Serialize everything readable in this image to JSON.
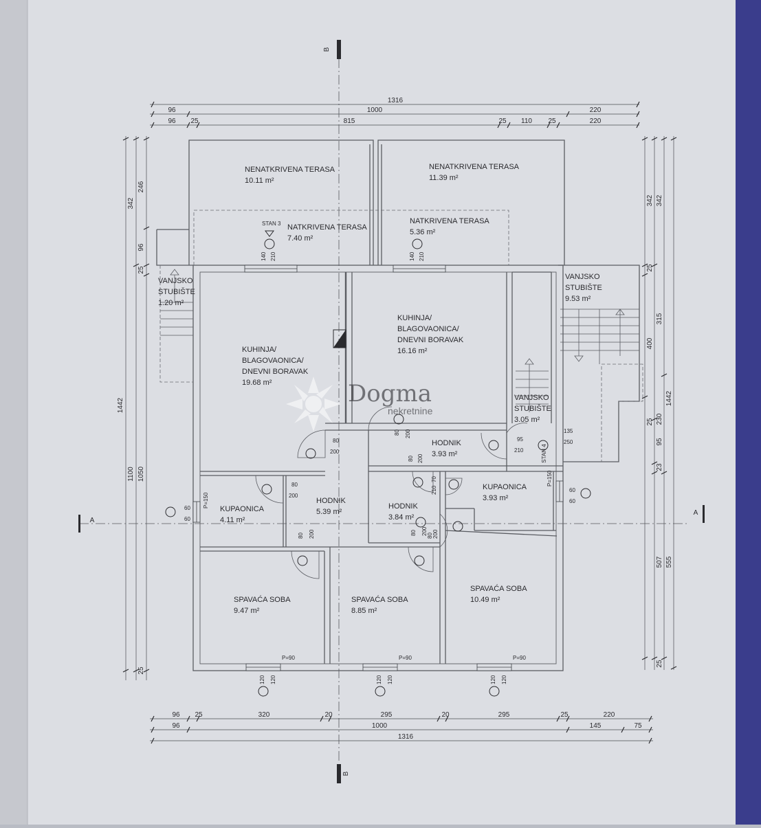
{
  "colors": {
    "paper": "#dcdee3",
    "ink": "#2a2a2e",
    "wall": "#5a5c62",
    "frame": "#3a3d8c"
  },
  "rooms": [
    {
      "name": "NENATKRIVENA TERASA",
      "area": "10.11 m²"
    },
    {
      "name": "NENATKRIVENA TERASA",
      "area": "11.39 m²"
    },
    {
      "name": "NATKRIVENA TERASA",
      "area": "7.40 m²"
    },
    {
      "name": "NATKRIVENA TERASA",
      "area": "5.36 m²"
    },
    {
      "name": [
        "VANJSKO",
        "STUBIŠTE"
      ],
      "area": "1.20 m²"
    },
    {
      "name": [
        "KUHINJA/",
        "BLAGOVAONICA/",
        "DNEVNI BORAVAK"
      ],
      "area": "19.68 m²"
    },
    {
      "name": [
        "KUHINJA/",
        "BLAGOVAONICA/",
        "DNEVNI BORAVAK"
      ],
      "area": "16.16 m²"
    },
    {
      "name": [
        "VANJSKO",
        "STUBIŠTE"
      ],
      "area": "9.53 m²"
    },
    {
      "name": [
        "VANJSKO",
        "STUBIŠTE"
      ],
      "area": "3.05 m²"
    },
    {
      "name": "HODNIK",
      "area": "3.93 m²"
    },
    {
      "name": "KUPAONICA",
      "area": "4.11 m²"
    },
    {
      "name": "HODNIK",
      "area": "5.39 m²"
    },
    {
      "name": "HODNIK",
      "area": "3.84 m²"
    },
    {
      "name": "KUPAONICA",
      "area": "3.93 m²"
    },
    {
      "name": "SPAVAĆA SOBA",
      "area": "9.47 m²"
    },
    {
      "name": "SPAVAĆA SOBA",
      "area": "8.85 m²"
    },
    {
      "name": "SPAVAĆA SOBA",
      "area": "10.49 m²"
    }
  ],
  "apartment_tags": [
    "STAN 3",
    "STAN 4"
  ],
  "section_marks": [
    "B",
    "B",
    "A",
    "A"
  ],
  "dimensions": {
    "top": [
      [
        "1316"
      ],
      [
        "96",
        "1000",
        "220"
      ],
      [
        "96",
        "25",
        "815",
        "25",
        "110",
        "25",
        "220"
      ]
    ],
    "bottom": [
      [
        "96",
        "25",
        "320",
        "20",
        "295",
        "20",
        "295",
        "25",
        "220"
      ],
      [
        "96",
        "1000",
        "145",
        "75"
      ],
      [
        "1316"
      ]
    ],
    "left": [
      [
        "246",
        "96",
        "25"
      ],
      [
        "342"
      ],
      [
        "1442"
      ],
      [
        "1100",
        "1050",
        "25"
      ]
    ],
    "right": [
      [
        "342",
        "342"
      ],
      [
        "25",
        "315",
        "400"
      ],
      [
        "25",
        "230",
        "95",
        "23"
      ],
      [
        "1442"
      ],
      [
        "507",
        "555",
        "25"
      ]
    ]
  },
  "openings": [
    [
      "140",
      "210"
    ],
    [
      "140",
      "210"
    ],
    [
      "80",
      "200"
    ],
    [
      "80",
      "200"
    ],
    [
      "80",
      "200"
    ],
    [
      "95",
      "210"
    ],
    [
      "135",
      "250"
    ],
    [
      "60",
      "60"
    ],
    [
      "P=150"
    ],
    [
      "80",
      "200"
    ],
    [
      "70",
      "210"
    ],
    [
      "P=150"
    ],
    [
      "60",
      "60"
    ],
    [
      "80",
      "200"
    ],
    [
      "80",
      "200"
    ],
    [
      "80",
      "200"
    ],
    [
      "P=90"
    ],
    [
      "P=90"
    ],
    [
      "P=90"
    ],
    [
      "120",
      "120"
    ],
    [
      "120",
      "120"
    ],
    [
      "120",
      "120"
    ]
  ],
  "watermark": {
    "brand": "Dogma",
    "sub": "nekretnine"
  }
}
